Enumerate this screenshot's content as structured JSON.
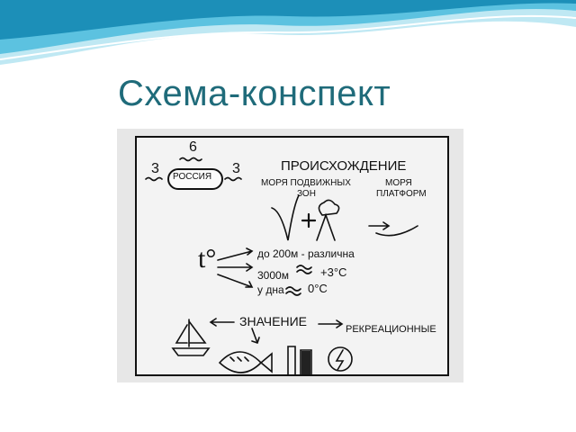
{
  "slide": {
    "title": "Схема-конспект",
    "title_color": "#1f6b7a",
    "accent_colors": [
      "#7fd0e8",
      "#2aa3c9",
      "#0e6b8f"
    ]
  },
  "scheme": {
    "top_number": "6",
    "left_number": "3",
    "right_number": "3",
    "country": "РОССИЯ",
    "origin_title": "ПРОИСХОЖДЕНИЕ",
    "mobile_zone_line1": "МОРЯ ПОДВИЖНЫХ",
    "mobile_zone_line2": "ЗОН",
    "platform_line1": "МОРЯ",
    "platform_line2": "ПЛАТФОРМ",
    "temp_symbol": "t°",
    "temp_line1": "до 200м - различна",
    "temp_line2_depth": "3000м",
    "temp_line2_value": "+3°C",
    "temp_line3_prefix": "у дна",
    "temp_line3_value": "0°C",
    "meaning_title": "ЗНАЧЕНИЕ",
    "recreation": "РЕКРЕАЦИОННЫЕ"
  }
}
